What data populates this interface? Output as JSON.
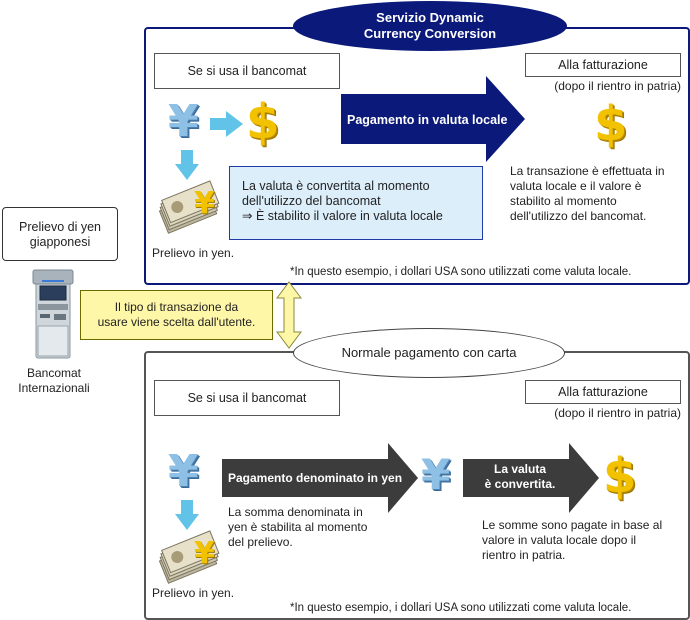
{
  "colors": {
    "navy": "#0b1a7a",
    "gray_panel": "#555555",
    "arrow_navy": "#0b1a7a",
    "arrow_gray": "#3c3c3c",
    "light_blue_box": "#dceefa",
    "light_blue_border": "#1f3aa6",
    "yellow_box": "#fff7a8",
    "yellow_border": "#6b6b00",
    "yen_blue": "#6fa8dc",
    "dollar_gold": "#e9b400",
    "cyan_arrow": "#62c3e8"
  },
  "dcc": {
    "title_line1": "Servizio Dynamic",
    "title_line2": "Currency Conversion",
    "atm_use_label": "Se si usa il bancomat",
    "billing_label": "Alla fatturazione",
    "billing_sub": "(dopo il rientro in patria)",
    "arrow_label": "Pagamento in valuta locale",
    "info_line1": "La valuta è convertita al momento",
    "info_line2": "dell'utilizzo del bancomat",
    "info_line3": "⇒ È stabilito il valore in valuta locale",
    "billing_desc_line1": "La transazione è effettuata in",
    "billing_desc_line2": "valuta locale e il valore è",
    "billing_desc_line3": "stabilito al momento",
    "billing_desc_line4": "dell'utilizzo del bancomat.",
    "withdraw_caption": "Prelievo in yen.",
    "footnote": "*In questo esempio, i dollari USA sono utilizzati come valuta locale."
  },
  "normal": {
    "title": "Normale pagamento con carta",
    "atm_use_label": "Se si usa il bancomat",
    "billing_label": "Alla fatturazione",
    "billing_sub": "(dopo il rientro in patria)",
    "arrow1_label": "Pagamento denominato in yen",
    "arrow2_line1": "La valuta",
    "arrow2_line2": "è convertita.",
    "desc_line1": "La somma denominata in",
    "desc_line2": "yen è stabilita al momento",
    "desc_line3": "del prelievo.",
    "billing_desc_line1": "Le somme sono pagate in base al",
    "billing_desc_line2": "valore in valuta locale dopo il",
    "billing_desc_line3": "rientro in patria.",
    "withdraw_caption": "Prelievo in yen.",
    "footnote": "*In questo esempio, i dollari USA sono utilizzati come valuta locale."
  },
  "left": {
    "withdraw_box_line1": "Prelievo di yen",
    "withdraw_box_line2": "giapponesi",
    "atm_caption_line1": "Bancomat",
    "atm_caption_line2": "Internazionali",
    "choice_line1": "Il tipo di transazione da",
    "choice_line2": "usare viene scelta dall'utente."
  },
  "icons": {
    "yen": "yen-sign-icon",
    "dollar": "dollar-sign-icon",
    "banknotes": "yen-banknotes-icon",
    "atm": "atm-machine-icon"
  },
  "glyphs": {
    "yen": "¥",
    "dollar": "$"
  }
}
